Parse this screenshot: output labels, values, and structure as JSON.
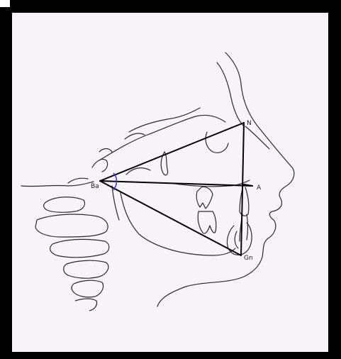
{
  "diagram": {
    "points": {
      "ba": {
        "label": "Ba"
      },
      "n": {
        "label": "N"
      },
      "a": {
        "label": "A"
      },
      "gn": {
        "label": "Gn"
      }
    },
    "colors": {
      "frame": "#000000",
      "paper": "#f7f3f8",
      "tracing": "#2a2a2a",
      "triangle": "#000000",
      "angle_arc": "#3b3bd0"
    }
  }
}
